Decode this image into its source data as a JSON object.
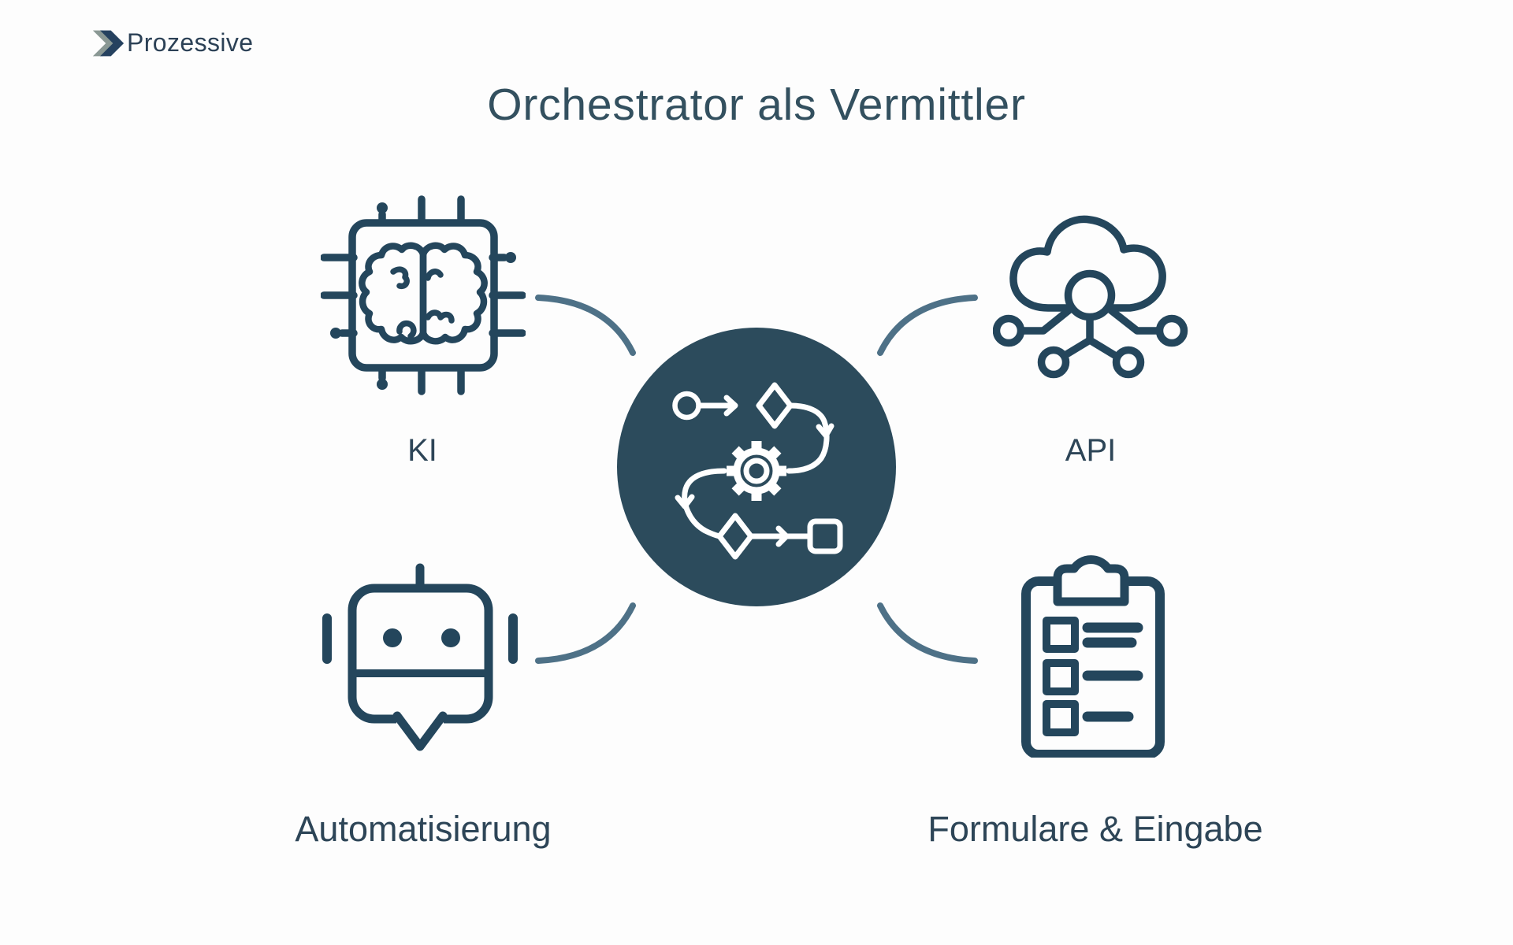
{
  "logo": {
    "icon": "double-chevron-right-icon",
    "text": "Prozessive"
  },
  "title": "Orchestrator als Vermittler",
  "center": {
    "icon": "workflow-process-icon",
    "description": "flowchart with start circle, decision diamonds, gear and end square",
    "circle_color": "#2c4b5c"
  },
  "nodes": [
    {
      "id": "ki",
      "icon": "ai-chip-brain-icon",
      "label": "KI",
      "position": "top-left"
    },
    {
      "id": "api",
      "icon": "cloud-network-icon",
      "label": "API",
      "position": "top-right"
    },
    {
      "id": "automatisierung",
      "icon": "robot-icon",
      "label": "Automatisierung",
      "position": "bottom-left"
    },
    {
      "id": "formulare",
      "icon": "clipboard-checklist-icon",
      "label": "Formulare & Eingabe",
      "position": "bottom-right"
    }
  ],
  "connectors": {
    "count": 4,
    "style": "curved arcs linking center circle to each node",
    "color": "#4e7187"
  },
  "colors": {
    "background": "#fdfdfd",
    "icon_stroke": "#24465c",
    "center_circle": "#2c4b5c",
    "center_icon": "#ffffff",
    "connector": "#4e7187",
    "title_text": "#33505f",
    "label_text": "#2d4557",
    "logo_text": "#2c4156",
    "logo_chevron_front": "#25415f",
    "logo_chevron_back": "#8a9894"
  }
}
